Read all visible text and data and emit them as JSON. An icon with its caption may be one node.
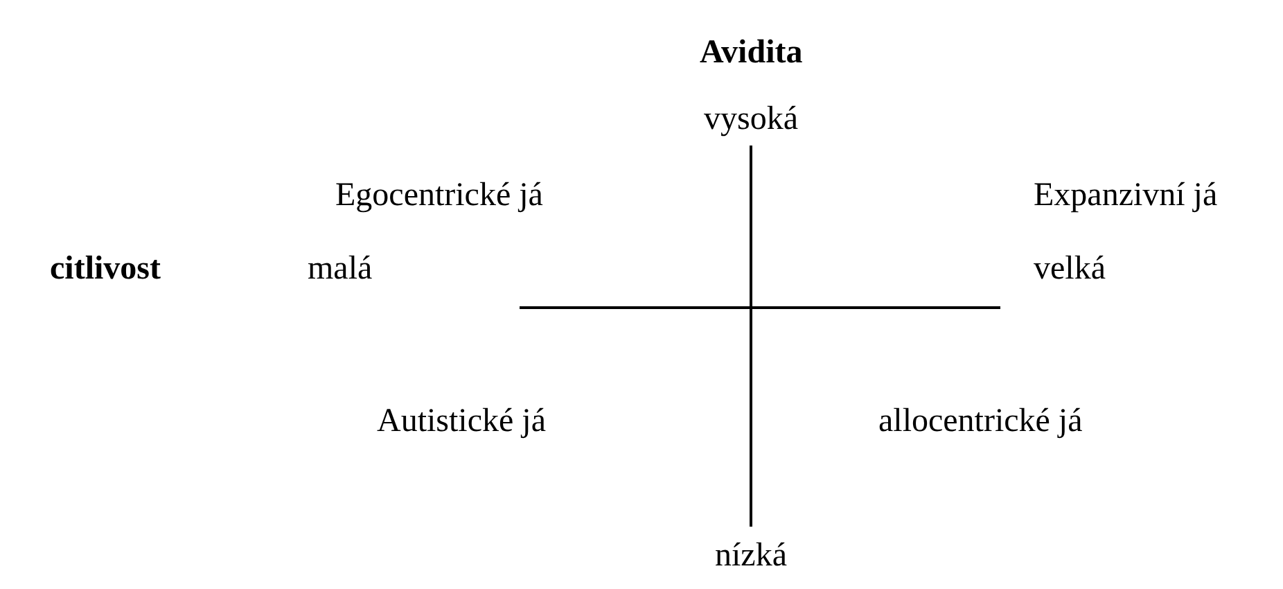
{
  "diagram": {
    "labels": [
      "Avidita",
      "vysoká",
      "Egocentrické já",
      "Expanzivní já",
      "citlivost",
      "malá",
      "velká",
      "Autistické já",
      "allocentrické já",
      "nízká"
    ]
  }
}
